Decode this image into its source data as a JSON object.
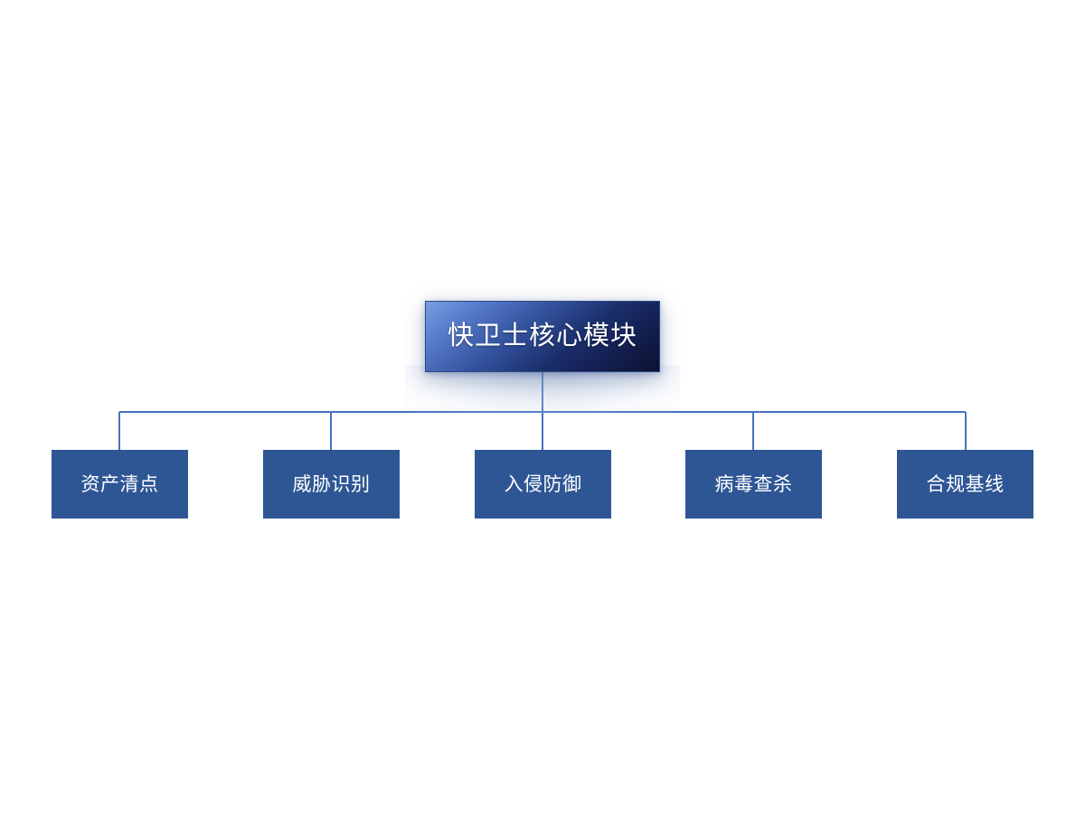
{
  "diagram": {
    "type": "organization-chart",
    "background_color": "#FFFFFF",
    "root": {
      "label": "快卫士核心模块",
      "gradient_from": "#7B9EE2",
      "gradient_to": "#0B1130",
      "text_color": "#FFFFFF"
    },
    "connector_color": "#4472C4",
    "children": [
      {
        "label": "资产清点",
        "fill": "#2E5694",
        "text_color": "#FFFFFF"
      },
      {
        "label": "威胁识别",
        "fill": "#2E5694",
        "text_color": "#FFFFFF"
      },
      {
        "label": "入侵防御",
        "fill": "#2E5694",
        "text_color": "#FFFFFF"
      },
      {
        "label": "病毒查杀",
        "fill": "#2E5694",
        "text_color": "#FFFFFF"
      },
      {
        "label": "合规基线",
        "fill": "#2E5694",
        "text_color": "#FFFFFF"
      }
    ]
  }
}
